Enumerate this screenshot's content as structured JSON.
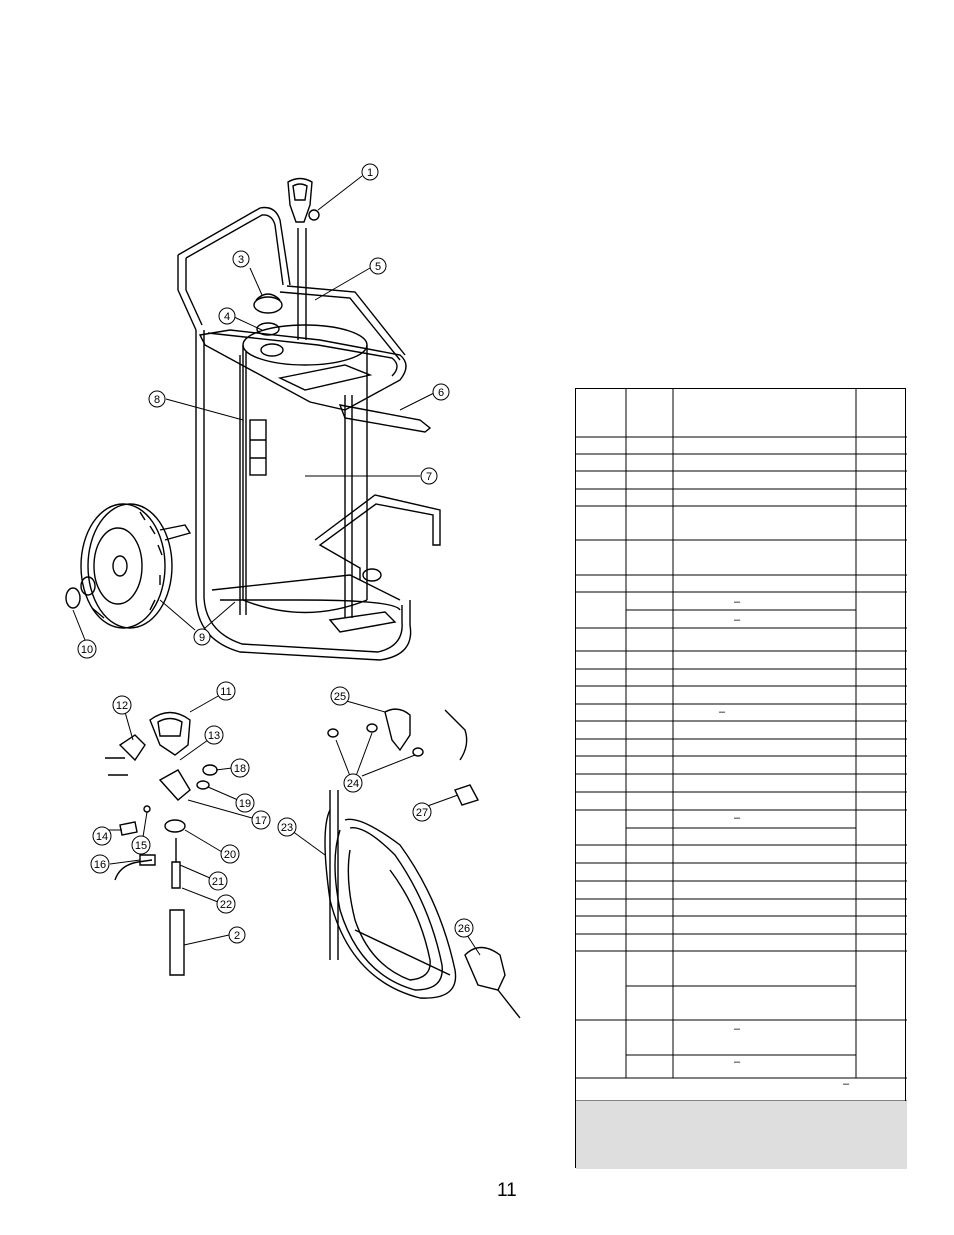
{
  "page_number": "11",
  "callouts": [
    {
      "id": "c1",
      "label": "1"
    },
    {
      "id": "c2",
      "label": "2"
    },
    {
      "id": "c3",
      "label": "3"
    },
    {
      "id": "c4",
      "label": "4"
    },
    {
      "id": "c5",
      "label": "5"
    },
    {
      "id": "c6",
      "label": "6"
    },
    {
      "id": "c7",
      "label": "7"
    },
    {
      "id": "c8",
      "label": "8"
    },
    {
      "id": "c9",
      "label": "9"
    },
    {
      "id": "c10",
      "label": "10"
    },
    {
      "id": "c11",
      "label": "11"
    },
    {
      "id": "c12",
      "label": "12"
    },
    {
      "id": "c13",
      "label": "13"
    },
    {
      "id": "c14",
      "label": "14"
    },
    {
      "id": "c15",
      "label": "15"
    },
    {
      "id": "c16",
      "label": "16"
    },
    {
      "id": "c17",
      "label": "17"
    },
    {
      "id": "c18",
      "label": "18"
    },
    {
      "id": "c19",
      "label": "19"
    },
    {
      "id": "c20",
      "label": "20"
    },
    {
      "id": "c21",
      "label": "21"
    },
    {
      "id": "c22",
      "label": "22"
    },
    {
      "id": "c23",
      "label": "23"
    },
    {
      "id": "c24",
      "label": "24"
    },
    {
      "id": "c25",
      "label": "25"
    },
    {
      "id": "c26",
      "label": "26"
    },
    {
      "id": "c27",
      "label": "27"
    }
  ],
  "parts_table": {
    "dash_marks": [
      "–",
      "–",
      "–",
      "–",
      "–",
      "–",
      "–"
    ]
  }
}
